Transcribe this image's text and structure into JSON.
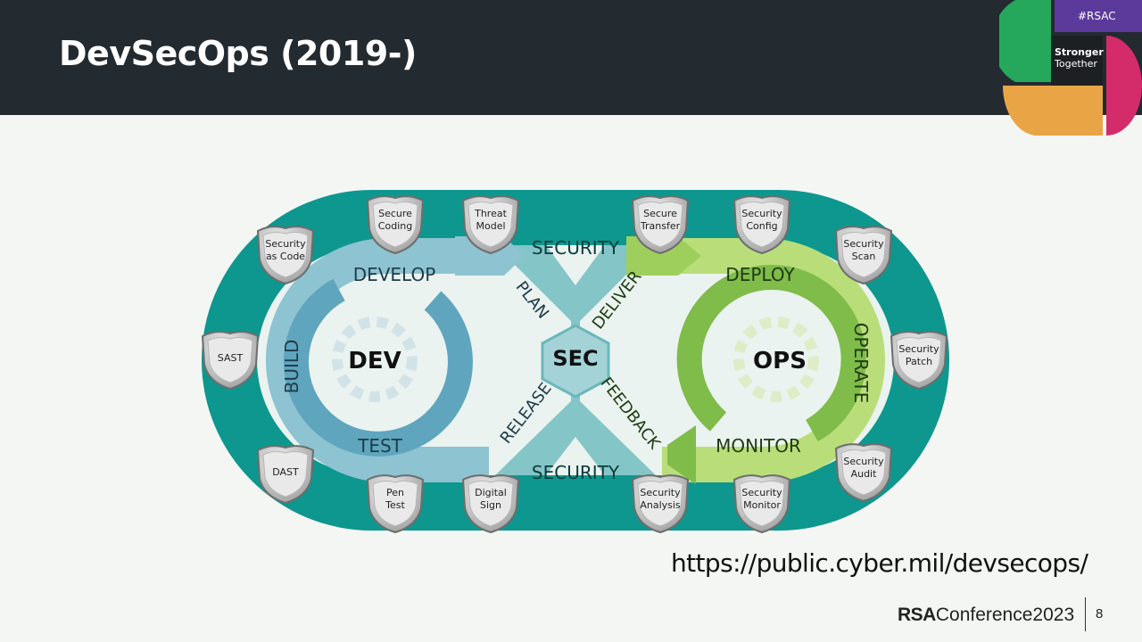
{
  "slide": {
    "title": "DevSecOps (2019-)",
    "url": "https://public.cyber.mil/devsecops/",
    "page_number": "8"
  },
  "branding": {
    "hashtag": "#RSAC",
    "tagline_line1": "Stronger",
    "tagline_line2": "Together",
    "conference_brand": "RSA",
    "conference_name": "Conference",
    "conference_year": "2023"
  },
  "diagram": {
    "centers": {
      "dev": "DEV",
      "sec": "SEC",
      "ops": "OPS"
    },
    "band_labels": {
      "top": "SECURITY",
      "bottom": "SECURITY"
    },
    "dev_phases": {
      "develop": "DEVELOP",
      "build": "BUILD",
      "test": "TEST",
      "plan": "PLAN",
      "release": "RELEASE"
    },
    "ops_phases": {
      "deploy": "DEPLOY",
      "operate": "OPERATE",
      "monitor": "MONITOR",
      "deliver": "DELIVER",
      "feedback": "FEEDBACK"
    },
    "shields": {
      "secure_coding": [
        "Secure",
        "Coding"
      ],
      "threat_model": [
        "Threat",
        "Model"
      ],
      "secure_transfer": [
        "Secure",
        "Transfer"
      ],
      "security_config": [
        "Security",
        "Config"
      ],
      "security_as_code": [
        "Security",
        "as Code"
      ],
      "security_scan": [
        "Security",
        "Scan"
      ],
      "sast": [
        "SAST"
      ],
      "security_patch": [
        "Security",
        "Patch"
      ],
      "dast": [
        "DAST"
      ],
      "security_audit": [
        "Security",
        "Audit"
      ],
      "pen_test": [
        "Pen",
        "Test"
      ],
      "digital_sign": [
        "Digital",
        "Sign"
      ],
      "security_analysis": [
        "Security",
        "Analysis"
      ],
      "security_monitor": [
        "Security",
        "Monitor"
      ]
    }
  },
  "colors": {
    "header_bg": "#232a30",
    "teal": "#0d978e",
    "dev_blue": "#8ec3d1",
    "ops_green": "#a4d45a",
    "logo_green": "#25a85c",
    "logo_purple": "#5b3a9c",
    "logo_pink": "#d42c6a",
    "logo_orange": "#e9a545"
  }
}
